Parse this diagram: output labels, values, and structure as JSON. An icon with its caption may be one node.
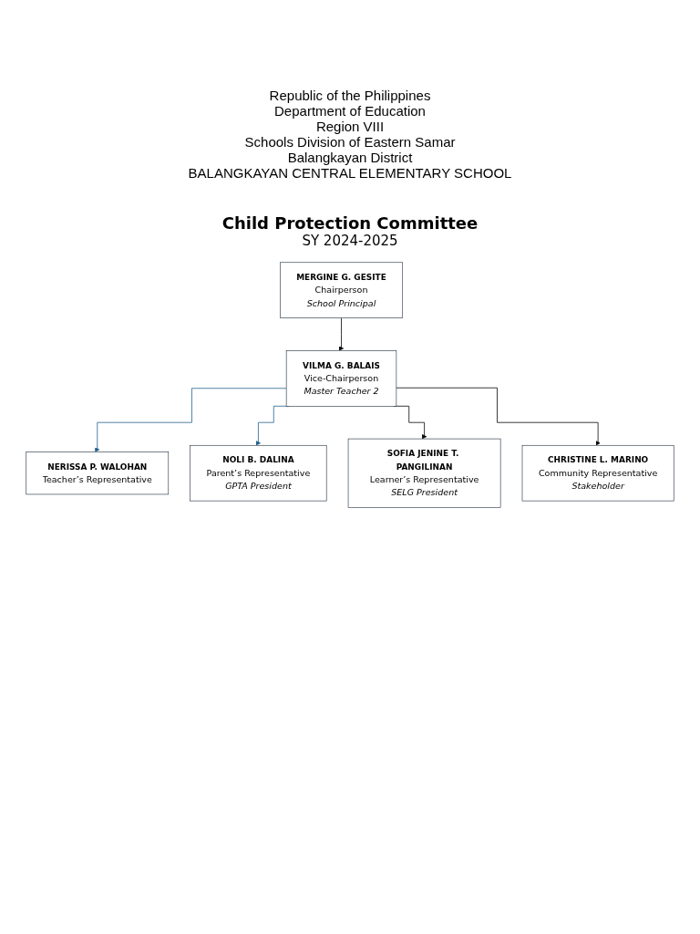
{
  "diagram": {
    "title": "Child Protection Committee",
    "nodes": [
      {
        "text": [
          "MERGINE G. GESITE",
          "Chairperson",
          "School Principal"
        ]
      },
      {
        "text": [
          "VILMA G. BALAIS",
          "Vice-Chairperson",
          "Master Teacher 2"
        ]
      },
      {
        "text": [
          "NERISSA P. WALOHAN",
          "Teacher’s Representative"
        ]
      },
      {
        "text": [
          "NOLI B. DALINA",
          "Parent’s Representative",
          "GPTA President"
        ]
      },
      {
        "text": [
          "SOFIA JENINE T. PANGILINAN",
          "Learner’s Representative",
          "SELG President"
        ]
      },
      {
        "text": [
          "CHRISTINE L. MARINO",
          "Community Representative",
          "Stakeholder"
        ]
      }
    ],
    "edges": [
      {
        "from": 0,
        "to": 1,
        "arrow": "to"
      },
      {
        "from": 1,
        "to": 2,
        "arrow": "to",
        "color": "#1f5f8b"
      },
      {
        "from": 1,
        "to": 3,
        "arrow": "to",
        "color": "#1f5f8b"
      },
      {
        "from": 1,
        "to": 4,
        "arrow": "to"
      },
      {
        "from": 1,
        "to": 5,
        "arrow": "to"
      }
    ],
    "labels": [
      "Republic of the Philippines",
      "Department of Education",
      "Region VIII",
      "Schools Division of Eastern Samar",
      "Balangkayan District",
      "BALANGKAYAN CENTRAL ELEMENTARY SCHOOL",
      "SY 2024-2025"
    ]
  }
}
